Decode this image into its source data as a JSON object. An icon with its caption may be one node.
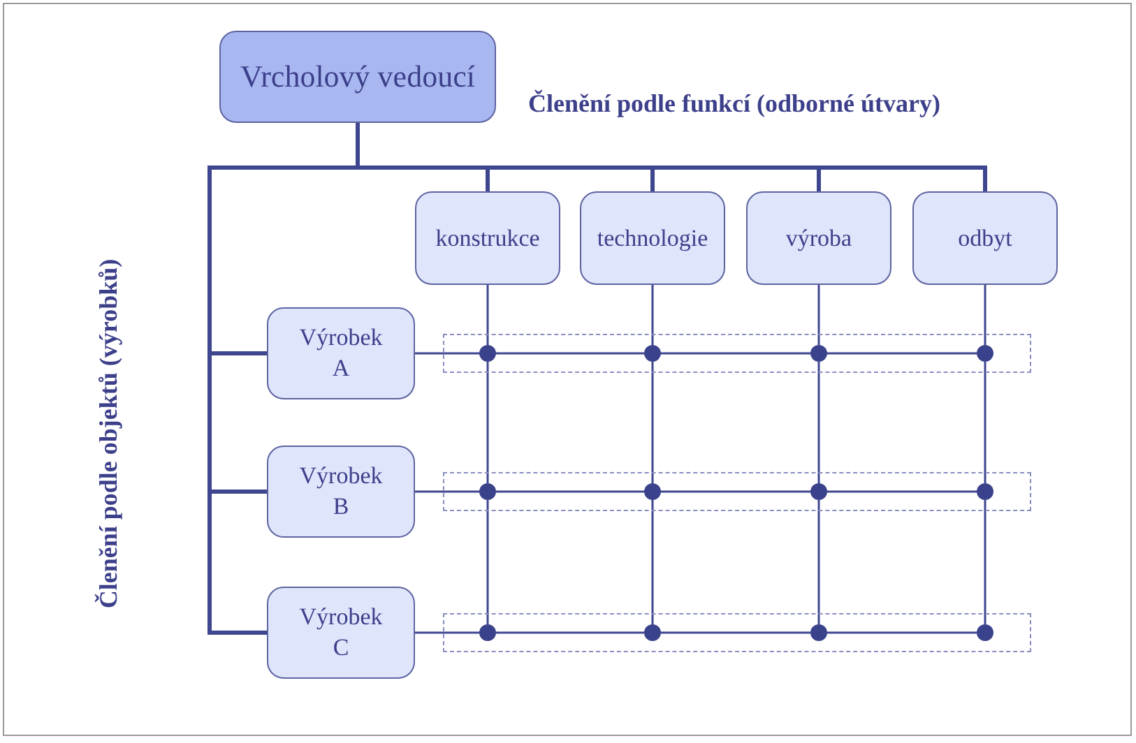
{
  "diagram": {
    "nodes": [
      {
        "text": [
          "Vrcholový vedoucí"
        ]
      },
      {
        "text": [
          "konstrukce"
        ]
      },
      {
        "text": [
          "technologie"
        ]
      },
      {
        "text": [
          "výroba"
        ]
      },
      {
        "text": [
          "odbyt"
        ]
      },
      {
        "text": [
          "Výrobek A"
        ]
      },
      {
        "text": [],
        "shape": "box"
      },
      {
        "text": [],
        "shape": "circle",
        "in": 6
      },
      {
        "text": [],
        "shape": "circle",
        "in": 6
      },
      {
        "text": [],
        "shape": "circle",
        "in": 6
      },
      {
        "text": [],
        "shape": "circle",
        "in": 6
      },
      {
        "text": [
          "Výrobek B"
        ]
      },
      {
        "text": [],
        "shape": "box"
      },
      {
        "text": [],
        "shape": "circle",
        "in": 12
      },
      {
        "text": [],
        "shape": "circle",
        "in": 12
      },
      {
        "text": [],
        "shape": "circle",
        "in": 12
      },
      {
        "text": [],
        "shape": "circle",
        "in": 12
      },
      {
        "text": [
          "Výrobek C"
        ]
      },
      {
        "text": [],
        "shape": "box"
      },
      {
        "text": [],
        "shape": "circle",
        "in": 18
      },
      {
        "text": [],
        "shape": "circle",
        "in": 18
      },
      {
        "text": [],
        "shape": "circle",
        "in": 18
      },
      {
        "text": [],
        "shape": "circle",
        "in": 18
      }
    ],
    "edges": [
      {
        "from": 0,
        "to": 1,
        "arrow": "none",
        "style": "thick"
      },
      {
        "from": 0,
        "to": 2,
        "arrow": "none",
        "style": "thick"
      },
      {
        "from": 0,
        "to": 3,
        "arrow": "none",
        "style": "thick"
      },
      {
        "from": 0,
        "to": 4,
        "arrow": "none",
        "style": "thick"
      },
      {
        "from": 0,
        "to": 5,
        "arrow": "none",
        "style": "thick"
      },
      {
        "from": 0,
        "to": 11,
        "arrow": "none",
        "style": "thick"
      },
      {
        "from": 0,
        "to": 17,
        "arrow": "none",
        "style": "thick"
      },
      {
        "from": 1,
        "to": 7,
        "arrow": "none"
      },
      {
        "from": 7,
        "to": 13,
        "arrow": "none"
      },
      {
        "from": 13,
        "to": 19,
        "arrow": "none"
      },
      {
        "from": 2,
        "to": 8,
        "arrow": "none"
      },
      {
        "from": 8,
        "to": 14,
        "arrow": "none"
      },
      {
        "from": 14,
        "to": 20,
        "arrow": "none"
      },
      {
        "from": 3,
        "to": 9,
        "arrow": "none"
      },
      {
        "from": 9,
        "to": 15,
        "arrow": "none"
      },
      {
        "from": 15,
        "to": 21,
        "arrow": "none"
      },
      {
        "from": 4,
        "to": 10,
        "arrow": "none"
      },
      {
        "from": 10,
        "to": 16,
        "arrow": "none"
      },
      {
        "from": 16,
        "to": 22,
        "arrow": "none"
      },
      {
        "from": 5,
        "to": 7,
        "arrow": "none"
      },
      {
        "from": 7,
        "to": 8,
        "arrow": "none"
      },
      {
        "from": 8,
        "to": 9,
        "arrow": "none"
      },
      {
        "from": 9,
        "to": 10,
        "arrow": "none"
      },
      {
        "from": 11,
        "to": 13,
        "arrow": "none"
      },
      {
        "from": 13,
        "to": 14,
        "arrow": "none"
      },
      {
        "from": 14,
        "to": 15,
        "arrow": "none"
      },
      {
        "from": 15,
        "to": 16,
        "arrow": "none"
      },
      {
        "from": 17,
        "to": 19,
        "arrow": "none"
      },
      {
        "from": 19,
        "to": 20,
        "arrow": "none"
      },
      {
        "from": 20,
        "to": 21,
        "arrow": "none"
      },
      {
        "from": 21,
        "to": 22,
        "arrow": "none"
      }
    ],
    "labels": [
      "Členění podle funkcí (odborné útvary)",
      "Členění podle objektů (výrobků)"
    ]
  }
}
